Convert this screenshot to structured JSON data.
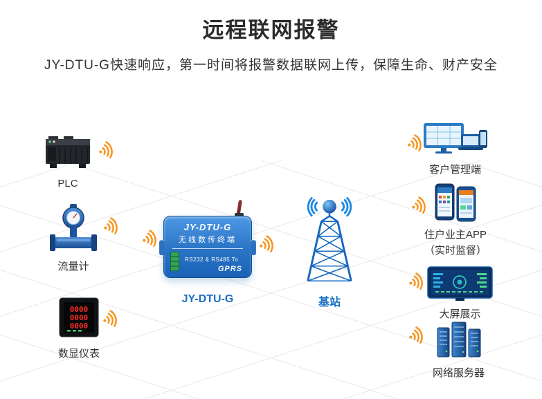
{
  "header": {
    "title": "远程联网报警",
    "subtitle": "JY-DTU-G快速响应，第一时间将报警数据联网上传，保障生命、财产安全"
  },
  "dtu_device": {
    "model": "JY-DTU-G",
    "product_name": "无线数传终端",
    "interface_text": "RS232 & RS485 To",
    "network_text": "GPRS"
  },
  "nodes": {
    "plc": {
      "label": "PLC"
    },
    "flow_meter": {
      "label": "流量计"
    },
    "digital_meter": {
      "label": "数显仪表",
      "display_rows": [
        "0000",
        "0000",
        "0000"
      ]
    },
    "dtu": {
      "label": "JY-DTU-G"
    },
    "base_station": {
      "label": "基站"
    },
    "client_management": {
      "label": "客户管理端"
    },
    "resident_app": {
      "label": "住户业主APP",
      "sublabel": "（实时监督）"
    },
    "big_screen": {
      "label": "大屏展示"
    },
    "network_server": {
      "label": "网络服务器"
    }
  },
  "colors": {
    "accent_orange": "#F7941D",
    "accent_blue": "#1A6FC4",
    "tower_blue": "#1E88E5",
    "title_color": "#2B2B2B",
    "label_color": "#333333"
  }
}
